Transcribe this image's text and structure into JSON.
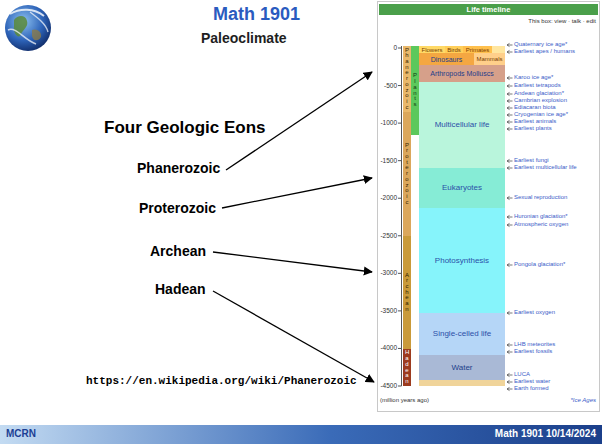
{
  "diagram": {
    "title": "Math 1901",
    "nodes": [
      {
        "text": [
          "Life timeline"
        ]
      },
      {
        "text": [
          "Phanerozoic"
        ]
      },
      {
        "text": [
          "Proterozoic"
        ]
      },
      {
        "text": [
          "Archean"
        ]
      },
      {
        "text": [
          "Hadean"
        ]
      },
      {
        "text": [
          "Plants"
        ]
      },
      {
        "text": [
          "Flowers"
        ]
      },
      {
        "text": [
          "Birds"
        ]
      },
      {
        "text": [
          "Primates"
        ]
      },
      {
        "text": [
          "Mammals"
        ]
      },
      {
        "text": [
          "Dinosaurs"
        ]
      },
      {
        "text": [
          "Arthropods Molluscs"
        ]
      },
      {
        "text": [
          "Multicellular life"
        ]
      },
      {
        "text": [
          "Eukaryotes"
        ]
      },
      {
        "text": [
          "Photosynthesis"
        ]
      },
      {
        "text": [
          "Single-celled life"
        ]
      },
      {
        "text": [
          "Water"
        ]
      }
    ],
    "labels": [
      "Paleoclimate",
      "Four Geologic Eons",
      "Phanerozoic",
      "Proterozoic",
      "Archean",
      "Hadean",
      "https://en.wikipedia.org/wiki/Phanerozoic",
      "This box: view · talk · edit",
      "0",
      "-500",
      "-1000",
      "-1500",
      "-2000",
      "-2500",
      "-3000",
      "-3500",
      "-4000",
      "-4500",
      "Quaternary ice age*",
      "Earliest apes / humans",
      "Karoo ice age*",
      "Earliest tetrapods",
      "Andean glaciation*",
      "Cambrian explosion",
      "Ediacaran biota",
      "Cryogenian ice age*",
      "Earliest animals",
      "Earliest plants",
      "Earliest fungi",
      "Earliest multicellular life",
      "Sexual reproduction",
      "Huronian glaciation*",
      "Atmospheric oxygen",
      "Pongola glaciation*",
      "Earliest oxygen",
      "LHB meteorites",
      "Earliest fossils",
      "LUCA",
      "Earliest water",
      "Earth formed",
      "(million years ago)",
      "*Ice Ages",
      "MCRN",
      "Math 1901 10/14/2024"
    ]
  }
}
